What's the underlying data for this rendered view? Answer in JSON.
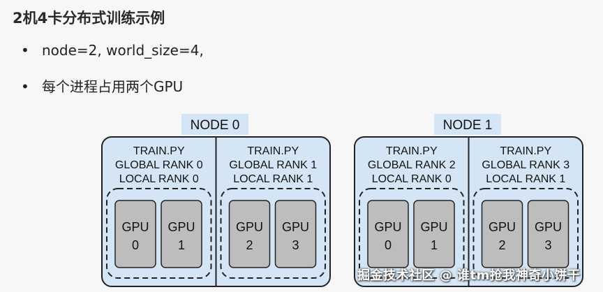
{
  "title": "2机4卡分布式训练示例",
  "bullets": [
    "node=2, world_size=4,",
    "每个进程占用两个GPU"
  ],
  "bullet_glyph": "•",
  "watermark": "掘金技术社区 @ 谁tm抢我神奇小饼干",
  "colors": {
    "node_fill": "#d4e6f5",
    "gpu_fill": "#bdbdbd",
    "stroke": "#222222"
  },
  "nodes": [
    {
      "label": "NODE 0",
      "processes": [
        {
          "script": "TRAIN.PY",
          "global_rank": "GLOBAL RANK 0",
          "local_rank": "LOCAL RANK 0",
          "gpus": [
            {
              "name": "GPU",
              "id": "0"
            },
            {
              "name": "GPU",
              "id": "1"
            }
          ]
        },
        {
          "script": "TRAIN.PY",
          "global_rank": "GLOBAL RANK 1",
          "local_rank": "LOCAL RANK 1",
          "gpus": [
            {
              "name": "GPU",
              "id": "2"
            },
            {
              "name": "GPU",
              "id": "3"
            }
          ]
        }
      ]
    },
    {
      "label": "NODE 1",
      "processes": [
        {
          "script": "TRAIN.PY",
          "global_rank": "GLOBAL RANK 2",
          "local_rank": "LOCAL RANK 0",
          "gpus": [
            {
              "name": "GPU",
              "id": "0"
            },
            {
              "name": "GPU",
              "id": "1"
            }
          ]
        },
        {
          "script": "TRAIN.PY",
          "global_rank": "GLOBAL RANK 3",
          "local_rank": "LOCAL RANK 1",
          "gpus": [
            {
              "name": "GPU",
              "id": "2"
            },
            {
              "name": "GPU",
              "id": "3"
            }
          ]
        }
      ]
    }
  ]
}
